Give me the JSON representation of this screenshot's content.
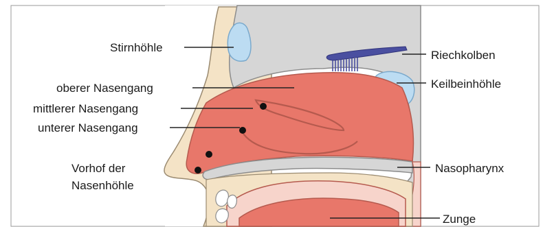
{
  "labels": {
    "stirnhoehle": "Stirnhöhle",
    "riechkolben": "Riechkolben",
    "keilbeinhoehle": "Keilbeinhöhle",
    "oberer": "oberer Nasengang",
    "mittlerer": "mittlerer Nasengang",
    "unterer": "unterer Nasengang",
    "vorhof_1": "Vorhof der",
    "vorhof_2": "Nasenhöhle",
    "nasopharynx": "Nasopharynx",
    "zunge": "Zunge"
  },
  "colors": {
    "background": "#ffffff",
    "frame": "#9a9a9a",
    "bone": "#d6d6d6",
    "bone_outline": "#8c8c8c",
    "skin": "#f4e3c6",
    "skin_outline": "#9a8a70",
    "cavity": "#e8776a",
    "cavity_light": "#f7d4cb",
    "cavity_outline": "#b55a4e",
    "sinus": "#bcdcf2",
    "sinus_outline": "#7aa9cc",
    "bulb": "#4a4fa0",
    "teeth": "#ffffff",
    "leader": "#222222",
    "dot": "#111111"
  }
}
